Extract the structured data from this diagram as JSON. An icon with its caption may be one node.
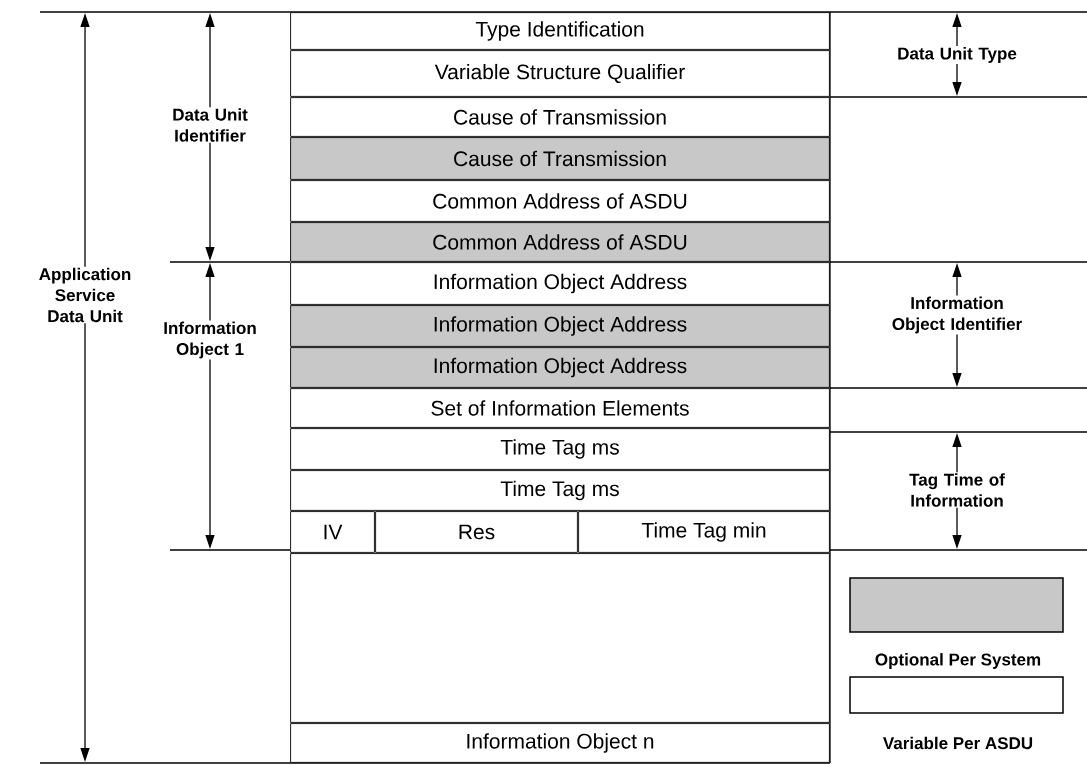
{
  "diagram": {
    "nodes": [
      {
        "text": [
          "Type Identification"
        ]
      },
      {
        "text": [
          "Variable Structure Qualifier"
        ]
      },
      {
        "text": [
          "Cause of Transmission"
        ]
      },
      {
        "text": [
          "Cause of Transmission"
        ]
      },
      {
        "text": [
          "Common Address of ASDU"
        ]
      },
      {
        "text": [
          "Common Address of ASDU"
        ]
      },
      {
        "text": [
          "Information Object Address"
        ]
      },
      {
        "text": [
          "Information Object Address"
        ]
      },
      {
        "text": [
          "Information Object Address"
        ]
      },
      {
        "text": [
          "Set of Information Elements"
        ]
      },
      {
        "text": [
          "Time Tag ms"
        ]
      },
      {
        "text": [
          "Time Tag ms"
        ]
      },
      {
        "text": [
          "IV"
        ]
      },
      {
        "text": [
          "Res"
        ]
      },
      {
        "text": [
          "Time Tag min"
        ]
      },
      {
        "text": [],
        "shape": "box"
      },
      {
        "text": [
          "Information Object n"
        ]
      }
    ],
    "labels": [
      "Data Unit Type",
      "Data Unit Identifier",
      "Application Service Data Unit",
      "Information Object Identifier",
      "Information Object 1",
      "Tag Time of Information"
    ],
    "legend": [
      {
        "text": "Optional Per System",
        "color": "#c8c8c8"
      },
      {
        "text": "Variable Per ASDU"
      }
    ]
  }
}
